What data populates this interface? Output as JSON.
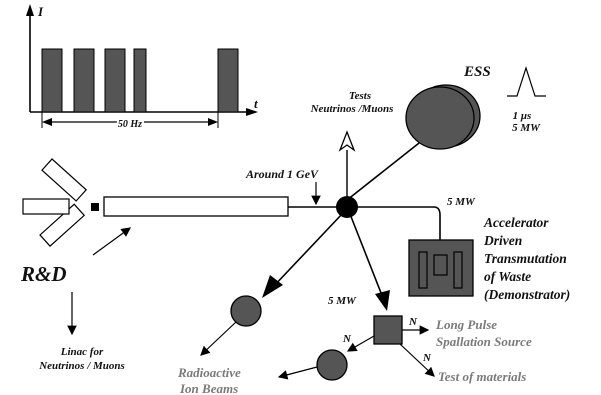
{
  "pulse_plot": {
    "y_axis_label": "I",
    "x_axis_label": "t",
    "interval_label": "50 Hz"
  },
  "pulse_inset": {
    "duration": "1 μs",
    "power": "5 MW"
  },
  "labels": {
    "ess": "ESS",
    "tests_line1": "Tests",
    "tests_line2": "Neutrinos /Muons",
    "around_energy": "Around 1 GeV",
    "power_top": "5 MW",
    "adt_line1": "Accelerator",
    "adt_line2": "Driven",
    "adt_line3": "Transmutation",
    "adt_line4": "of Waste",
    "adt_line5": "(Demonstrator)",
    "rd": "R&D",
    "linac_line1": "Linac for",
    "linac_line2": "Neutrinos / Muons",
    "power_mid": "5 MW",
    "n1": "N",
    "n2": "N",
    "n3": "N",
    "long_pulse_line1": "Long Pulse",
    "long_pulse_line2": "Spallation Source",
    "test_materials": "Test of materials",
    "radio_line1": "Radioactive",
    "radio_line2": "Ion Beams"
  },
  "colors": {
    "component_fill": "#555555",
    "line": "#000000",
    "secondary_text": "#7a7a7a"
  }
}
